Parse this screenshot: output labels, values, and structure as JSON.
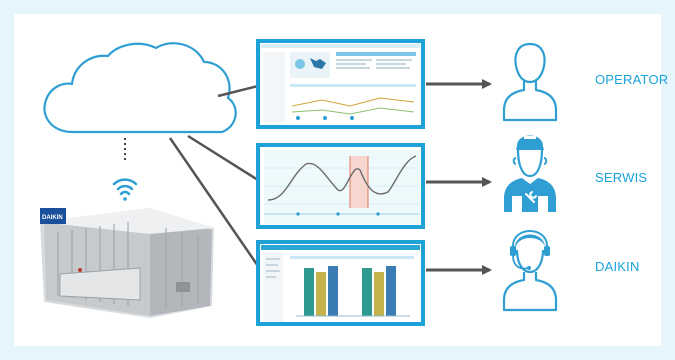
{
  "roles": [
    {
      "label": "OPERATOR",
      "icon": "operator-person-icon"
    },
    {
      "label": "SERWIS",
      "icon": "service-technician-icon"
    },
    {
      "label": "DAIKIN",
      "icon": "support-agent-headset-icon"
    }
  ],
  "device": {
    "brand": "DAIKIN",
    "icon": "chiller-unit-icon"
  },
  "icons": {
    "cloud": "cloud-icon",
    "wifi": "wifi-icon"
  },
  "screens": [
    {
      "name": "overview-dashboard-screenshot"
    },
    {
      "name": "trend-chart-screenshot"
    },
    {
      "name": "bar-comparison-screenshot"
    }
  ],
  "colors": {
    "accent": "#1aa3da",
    "frame": "#1ea1d6",
    "outline": "#2f9fd3",
    "line": "#555555",
    "background": "#e6f4fb"
  }
}
